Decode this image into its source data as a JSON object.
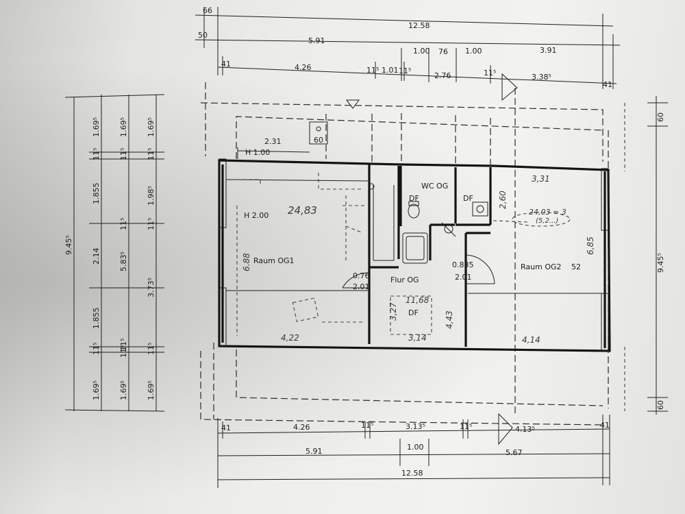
{
  "top_dimensions": {
    "row0": [
      "66",
      "12.58"
    ],
    "row1": [
      "50",
      "5.91",
      "1.00",
      "76",
      "1.00",
      "3.91"
    ],
    "row2": [
      "41",
      "4.26",
      "11⁵",
      "1.01",
      "11⁵",
      "2.76",
      "11⁵",
      "3.38⁵",
      "41"
    ]
  },
  "bottom_dimensions": {
    "row0": [
      "41",
      "4.26",
      "11⁵",
      "3.13⁵",
      "11⁵",
      "4.13⁵",
      "41"
    ],
    "row1": [
      "5.91",
      "1.00",
      "5.67"
    ],
    "row2": [
      "12.58"
    ]
  },
  "left_dimensions": {
    "overall": "9.45⁵",
    "col1": [
      "1.69⁵",
      "11⁵",
      "1.855",
      "2.14",
      "1.855",
      "11⁵",
      "1.69⁵"
    ],
    "col2": [
      "1.69⁵",
      "11⁵",
      "11⁵",
      "5.83⁵",
      "11⁵",
      "11⁵",
      "1.69⁵"
    ],
    "col3": [
      "1.69⁵",
      "11⁵",
      "1.98⁵",
      "11⁵",
      "3.73⁵",
      "11⁵",
      "1.69⁵"
    ]
  },
  "right_dimensions": {
    "top": "60",
    "overall": "9.45⁵",
    "bottom": "60"
  },
  "window_marks": {
    "w1_width": "2.31",
    "w1_height": "H 1.00",
    "w2_width": "60",
    "w2_height": "H 2.00"
  },
  "rooms": {
    "og1": {
      "name": "Raum OG1",
      "width": "6.88",
      "area": "24,83",
      "length": "4,22"
    },
    "wc": {
      "name": "WC  OG",
      "df1": "DF",
      "df2": "DF",
      "height": "2,60"
    },
    "flur": {
      "name": "Flur OG",
      "door_left_w": "0.76",
      "door_left_h": "2.01",
      "door_right_w": "0.885",
      "door_right_h": "2.01",
      "df": "DF",
      "area": "11,68",
      "dim_left": "3,27",
      "dim_right": "4,43",
      "dim_bottom": "3,14"
    },
    "og2": {
      "name": "Raum OG2",
      "suffix": "52",
      "width": "3,31",
      "side": "6,85",
      "area": "24,03 ≈ 3",
      "area2": "(5,2...)",
      "length": "4,14"
    }
  }
}
